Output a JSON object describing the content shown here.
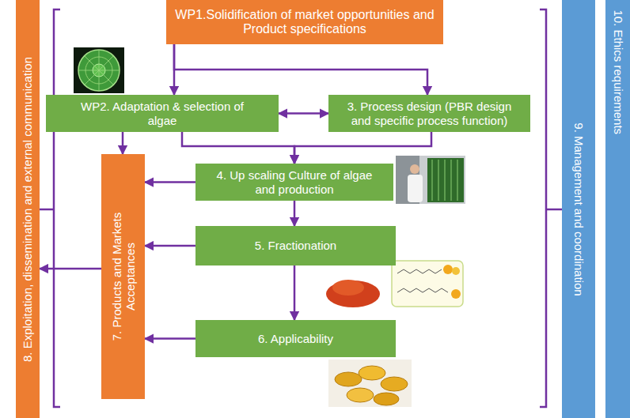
{
  "diagram": {
    "nodes": [
      {
        "text": [
          "WP1.Solidification of market opportunities and Product specifications"
        ]
      },
      {
        "text": [
          "WP2. Adaptation & selection of algae"
        ]
      },
      {
        "text": [
          "3. Process design (PBR design and specific process function)"
        ]
      },
      {
        "text": [
          "4. Up scaling Culture of algae and production"
        ]
      },
      {
        "text": [
          "5. Fractionation"
        ]
      },
      {
        "text": [
          "6. Applicability"
        ]
      },
      {
        "text": [
          "7. Products and Markets Acceptances"
        ]
      },
      {
        "text": [
          "8. Exploitation, dissemination and external communication"
        ]
      },
      {
        "text": [
          "9. Management and coordination"
        ]
      },
      {
        "text": [
          "10. Ethics requirements"
        ]
      }
    ],
    "edges": [
      {
        "from": 0,
        "to": 1,
        "arrow": "to"
      },
      {
        "from": 0,
        "to": 2,
        "arrow": "to"
      },
      {
        "from": 1,
        "to": 2,
        "arrow": "both"
      },
      {
        "from": 1,
        "to": 3,
        "arrow": "to"
      },
      {
        "from": 2,
        "to": 3,
        "arrow": "to"
      },
      {
        "from": 1,
        "to": 6,
        "arrow": "to"
      },
      {
        "from": 3,
        "to": 4,
        "arrow": "to"
      },
      {
        "from": 4,
        "to": 5,
        "arrow": "to"
      },
      {
        "from": 3,
        "to": 6,
        "arrow": "to"
      },
      {
        "from": 4,
        "to": 6,
        "arrow": "to"
      },
      {
        "from": 5,
        "to": 6,
        "arrow": "to"
      },
      {
        "from": 6,
        "to": 7,
        "arrow": "to"
      }
    ]
  }
}
